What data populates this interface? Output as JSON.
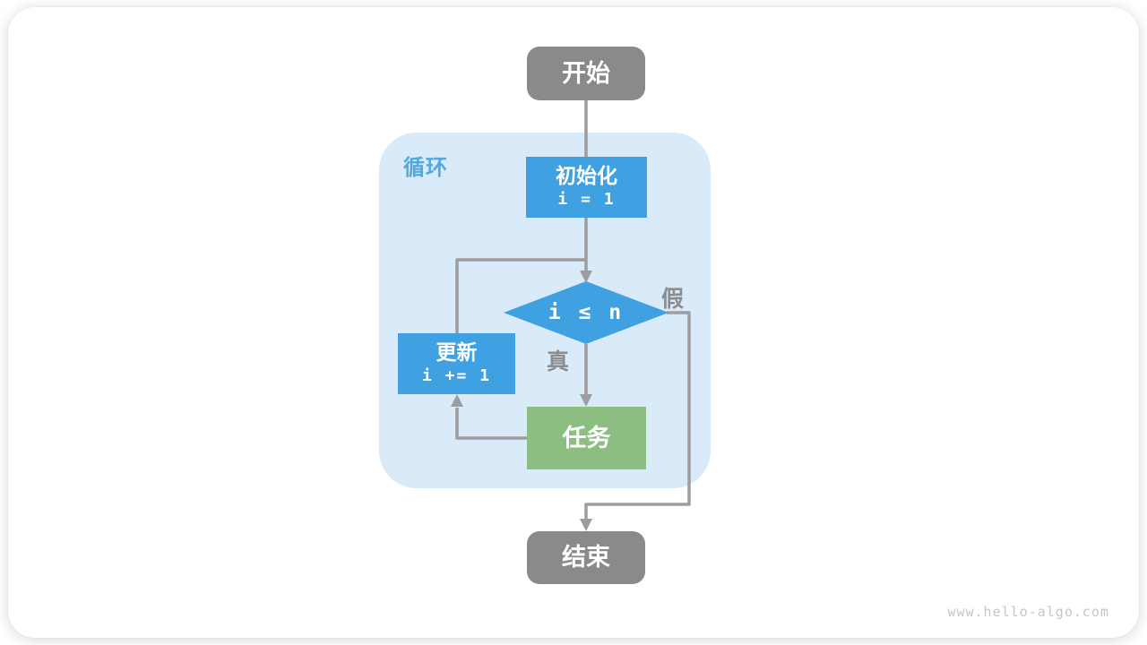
{
  "theme": {
    "node-blue": "#3FA0E2",
    "node-green": "#8CBE82",
    "node-gray": "#8A8A8A",
    "container-blue": "#D9EAF8",
    "loop-label-blue": "#54A8E1",
    "edge-gray": "#9D9D9D",
    "branch-label-gray": "#8C8C8C",
    "watermark-gray": "#C6C6C6"
  },
  "flowchart": {
    "start": {
      "label": "开始"
    },
    "loop_container": {
      "label": "循环"
    },
    "init": {
      "title": "初始化",
      "code": "i = 1"
    },
    "condition": {
      "label": "i ≤ n"
    },
    "branches": {
      "true_label": "真",
      "false_label": "假"
    },
    "task": {
      "label": "任务"
    },
    "update": {
      "title": "更新",
      "code": "i += 1"
    },
    "end": {
      "label": "结束"
    }
  },
  "footer": {
    "watermark": "www.hello-algo.com"
  }
}
